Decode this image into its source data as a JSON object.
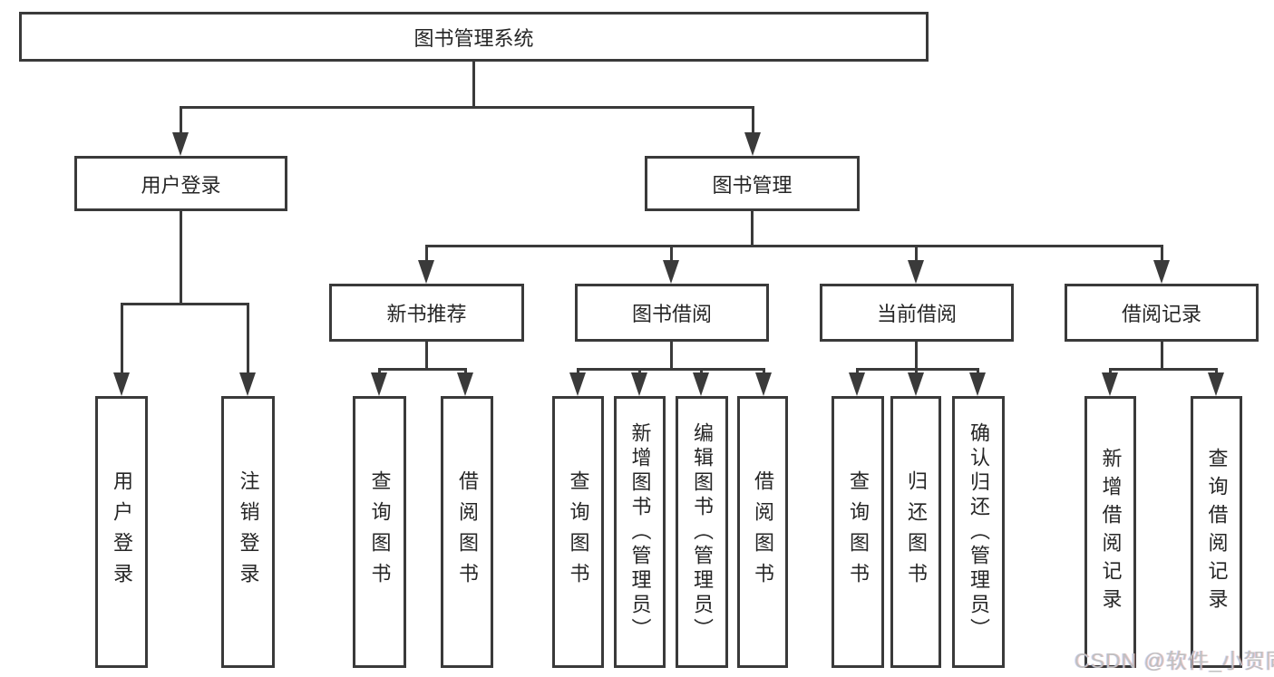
{
  "diagram": {
    "title": "图书管理系统",
    "root": {
      "label": "图书管理系统"
    },
    "level2": [
      {
        "label": "用户登录"
      },
      {
        "label": "图书管理"
      }
    ],
    "level3": [
      {
        "label": "新书推荐"
      },
      {
        "label": "图书借阅"
      },
      {
        "label": "当前借阅"
      },
      {
        "label": "借阅记录"
      }
    ],
    "leaves": [
      {
        "label": "用户登录",
        "parent": "用户登录"
      },
      {
        "label": "注销登录",
        "parent": "用户登录"
      },
      {
        "label": "查询图书",
        "parent": "新书推荐"
      },
      {
        "label": "借阅图书",
        "parent": "新书推荐"
      },
      {
        "label": "查询图书",
        "parent": "图书借阅"
      },
      {
        "label": "新增图书（管理员）",
        "parent": "图书借阅"
      },
      {
        "label": "编辑图书（管理员）",
        "parent": "图书借阅"
      },
      {
        "label": "借阅图书",
        "parent": "图书借阅"
      },
      {
        "label": "查询图书",
        "parent": "当前借阅"
      },
      {
        "label": "归还图书",
        "parent": "当前借阅"
      },
      {
        "label": "确认归还（管理员）",
        "parent": "当前借阅"
      },
      {
        "label": "新增借阅记录",
        "parent": "借阅记录"
      },
      {
        "label": "查询借阅记录",
        "parent": "借阅记录"
      }
    ],
    "colors": {
      "line": "#3a3a3a",
      "text": "#262626",
      "watermark": "#c0c0c0"
    }
  },
  "watermark": {
    "text": "CSDN @软件_小贺同学"
  }
}
